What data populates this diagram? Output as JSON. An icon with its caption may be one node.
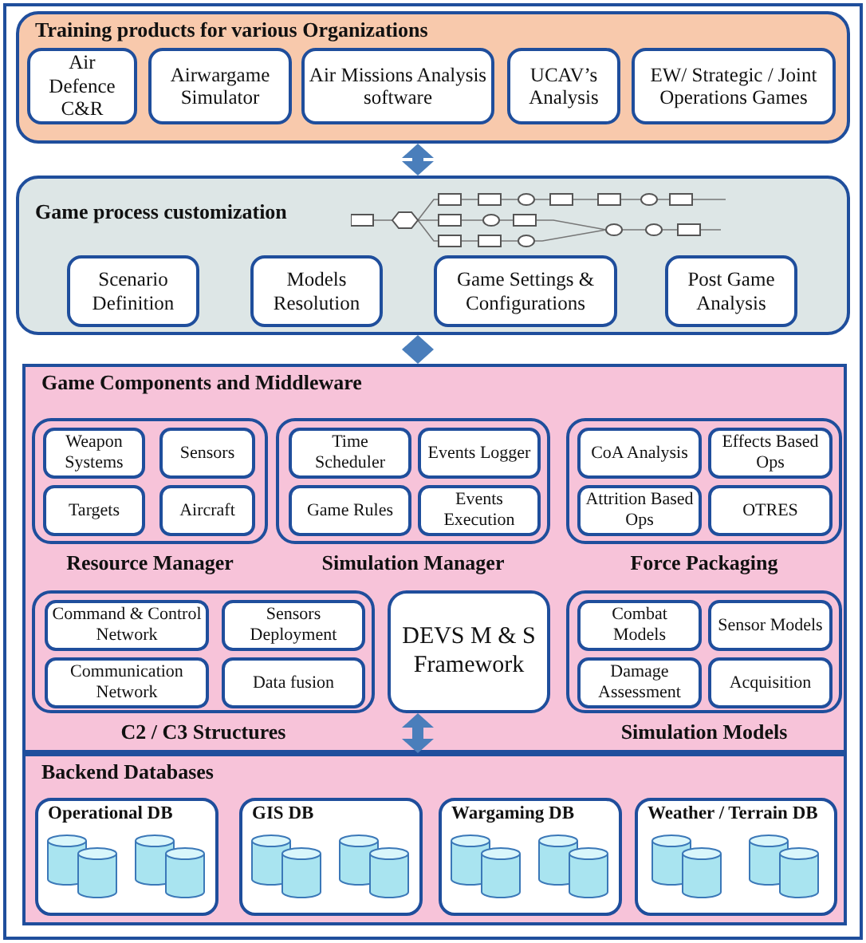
{
  "diagram": {
    "nodes": [
      {
        "text": [
          "Training products for various Organizations"
        ]
      },
      {
        "text": [
          "Air Defence C&R"
        ],
        "in": 0
      },
      {
        "text": [
          "Airwargame Simulator"
        ],
        "in": 0
      },
      {
        "text": [
          "Air Missions Analysis software"
        ],
        "in": 0
      },
      {
        "text": [
          "UCAV’s Analysis"
        ],
        "in": 0
      },
      {
        "text": [
          "EW/ Strategic / Joint Operations Games"
        ],
        "in": 0
      },
      {
        "text": [
          "Game process customization"
        ]
      },
      {
        "text": [
          "Scenario Definition"
        ],
        "in": 6
      },
      {
        "text": [
          "Models Resolution"
        ],
        "in": 6
      },
      {
        "text": [
          "Game Settings & Configurations"
        ],
        "in": 6
      },
      {
        "text": [
          "Post Game Analysis"
        ],
        "in": 6
      },
      {
        "text": [
          "Game Components and Middleware"
        ]
      },
      {
        "text": [
          "Resource Manager"
        ],
        "in": 11
      },
      {
        "text": [
          "Weapon Systems"
        ],
        "in": 12
      },
      {
        "text": [
          "Sensors"
        ],
        "in": 12
      },
      {
        "text": [
          "Targets"
        ],
        "in": 12
      },
      {
        "text": [
          "Aircraft"
        ],
        "in": 12
      },
      {
        "text": [
          "Simulation Manager"
        ],
        "in": 11
      },
      {
        "text": [
          "Time Scheduler"
        ],
        "in": 17
      },
      {
        "text": [
          "Events Logger"
        ],
        "in": 17
      },
      {
        "text": [
          "Game Rules"
        ],
        "in": 17
      },
      {
        "text": [
          "Events Execution"
        ],
        "in": 17
      },
      {
        "text": [
          "Force Packaging"
        ],
        "in": 11
      },
      {
        "text": [
          "CoA Analysis"
        ],
        "in": 22
      },
      {
        "text": [
          "Effects Based Ops"
        ],
        "in": 22
      },
      {
        "text": [
          "Attrition Based Ops"
        ],
        "in": 22
      },
      {
        "text": [
          "OTRES"
        ],
        "in": 22
      },
      {
        "text": [
          "C2 / C3 Structures"
        ],
        "in": 11
      },
      {
        "text": [
          "Command & Control Network"
        ],
        "in": 27
      },
      {
        "text": [
          "Sensors Deployment"
        ],
        "in": 27
      },
      {
        "text": [
          "Communication Network"
        ],
        "in": 27
      },
      {
        "text": [
          "Data fusion"
        ],
        "in": 27
      },
      {
        "text": [
          "DEVS M & S Framework"
        ],
        "in": 11
      },
      {
        "text": [
          "Simulation Models"
        ],
        "in": 11
      },
      {
        "text": [
          "Combat Models"
        ],
        "in": 33
      },
      {
        "text": [
          "Sensor Models"
        ],
        "in": 33
      },
      {
        "text": [
          "Damage Assessment"
        ],
        "in": 33
      },
      {
        "text": [
          "Acquisition"
        ],
        "in": 33
      },
      {
        "text": [
          "Backend Databases"
        ]
      },
      {
        "text": [
          "Operational DB"
        ],
        "in": 38
      },
      {
        "text": [
          "GIS DB"
        ],
        "in": 38
      },
      {
        "text": [
          "Wargaming DB"
        ],
        "in": 38
      },
      {
        "text": [
          "Weather / Terrain DB"
        ],
        "in": 38
      }
    ],
    "edges": [
      {
        "from": 0,
        "to": 6,
        "arrow": "both"
      },
      {
        "from": 6,
        "to": 11,
        "arrow": "both"
      },
      {
        "from": 32,
        "to": 38,
        "arrow": "both"
      }
    ]
  }
}
